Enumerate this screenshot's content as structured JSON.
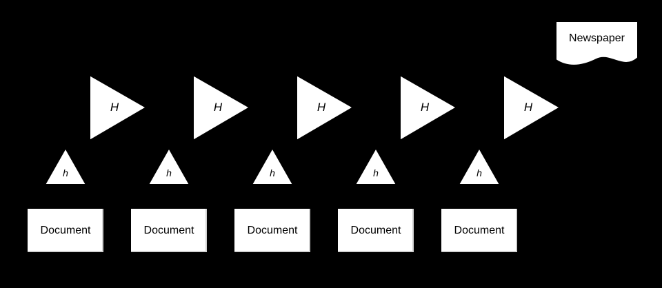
{
  "diagram": {
    "background": "#000000",
    "shape_fill": "#ffffff",
    "shape_stroke": "#000000",
    "documents": [
      {
        "label": "Document"
      },
      {
        "label": "Document"
      },
      {
        "label": "Document"
      },
      {
        "label": "Document"
      },
      {
        "label": "Document"
      }
    ],
    "small_filters": [
      {
        "label": "h"
      },
      {
        "label": "h"
      },
      {
        "label": "h"
      },
      {
        "label": "h"
      },
      {
        "label": "h"
      }
    ],
    "large_filters": [
      {
        "label": "H"
      },
      {
        "label": "H"
      },
      {
        "label": "H"
      },
      {
        "label": "H"
      },
      {
        "label": "H"
      }
    ],
    "output": {
      "label": "Newspaper"
    }
  }
}
